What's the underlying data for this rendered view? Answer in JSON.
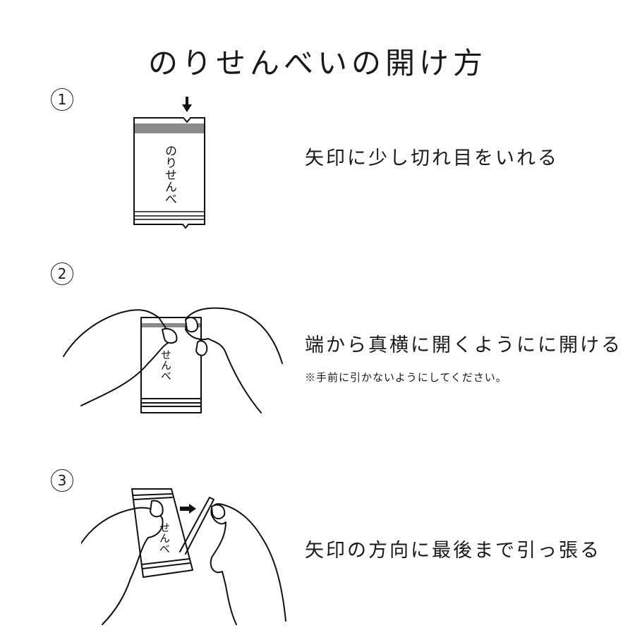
{
  "title": "のりせんべいの開け方",
  "steps": [
    {
      "number": "1",
      "text": "矢印に少し切れ目をいれる",
      "package_label": "のりせんべ"
    },
    {
      "number": "2",
      "text": "端から真横に開くようにに開ける",
      "note": "※手前に引かないようにしてください。"
    },
    {
      "number": "3",
      "text": "矢印の方向に最後まで引っ張る"
    }
  ],
  "colors": {
    "ink": "#1a1a1a",
    "band": "#8a8a8a",
    "background": "#ffffff"
  }
}
